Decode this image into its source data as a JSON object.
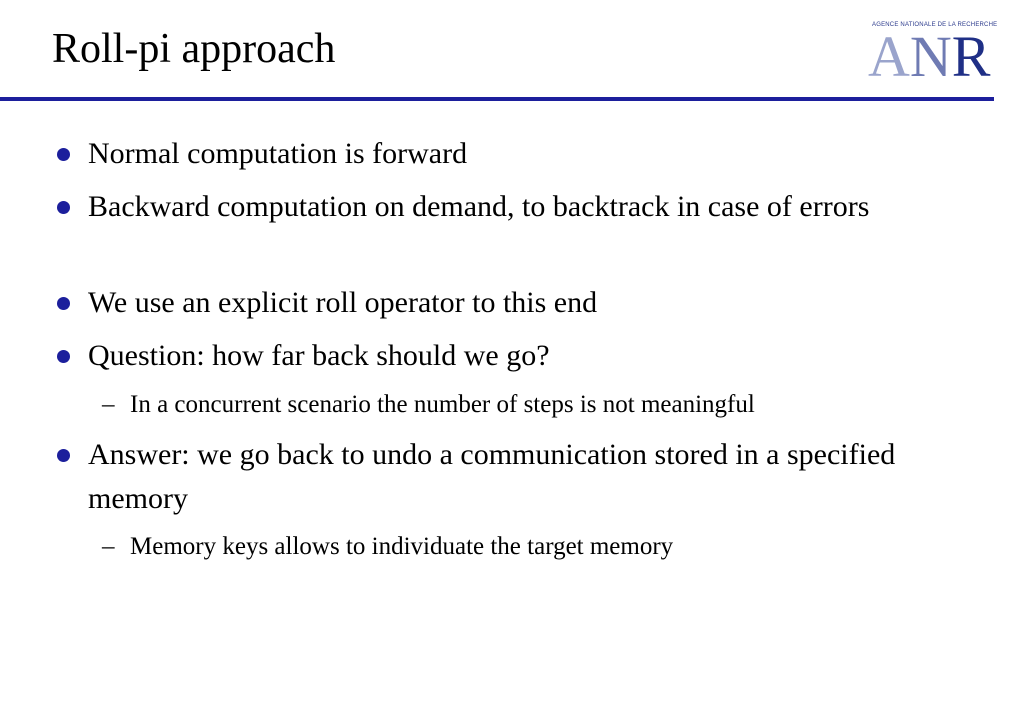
{
  "slide": {
    "title": "Roll-pi approach",
    "logo": {
      "small_text": "AGENCE NATIONALE DE LA RECHERCHE",
      "a": "A",
      "n": "N",
      "r": "R"
    },
    "bullets": [
      {
        "text": "Normal computation is forward"
      },
      {
        "text": "Backward computation on demand, to backtrack in case of errors"
      },
      {
        "text": "We use an explicit roll operator to this end"
      },
      {
        "text": "Question: how far back should we go?"
      },
      {
        "text": "Answer: we go back to undo a communication stored in a specified memory"
      }
    ],
    "subbullets": [
      {
        "dash": "–",
        "text": "In a concurrent scenario the number of steps is not meaningful"
      },
      {
        "dash": "–",
        "text": "Memory keys allows to individuate the target memory"
      }
    ]
  }
}
